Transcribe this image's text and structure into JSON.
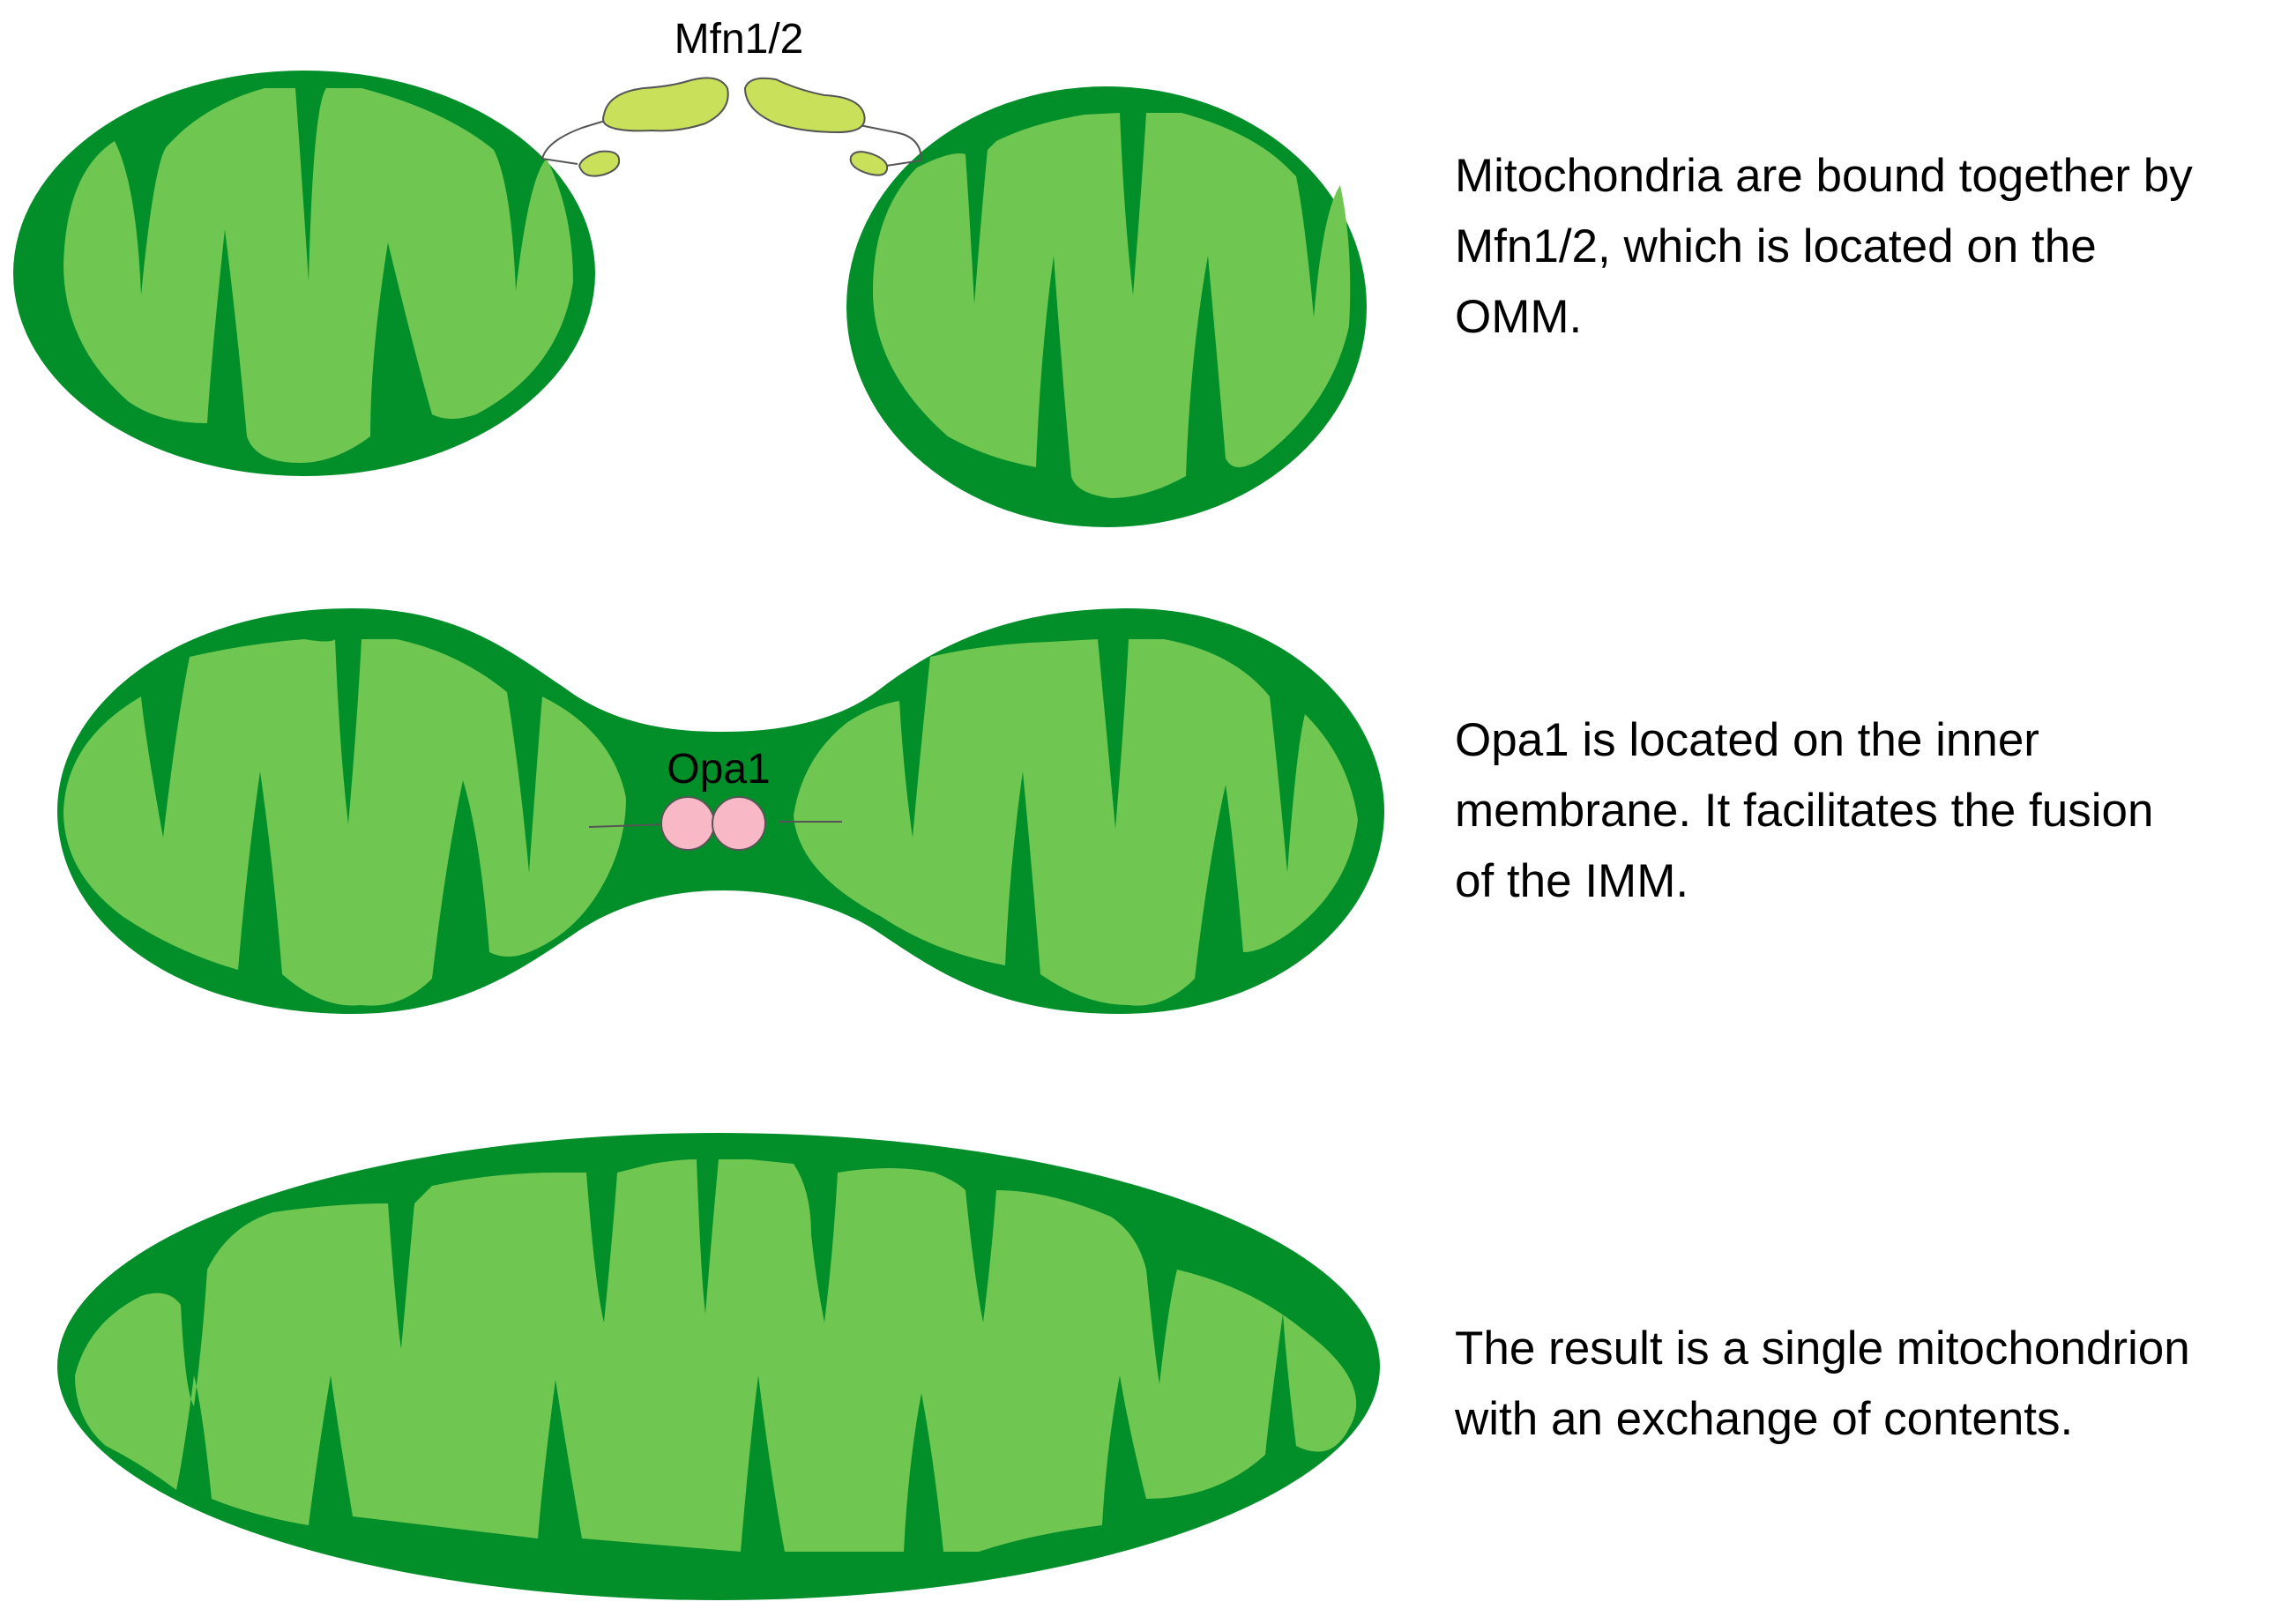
{
  "colors": {
    "outer_membrane": "#028F2A",
    "matrix": "#6FC752",
    "mfn_protein": "#C9E05B",
    "opa_protein": "#F9B8C5",
    "tether_line": "#555555"
  },
  "labels": {
    "mfn": "Mfn1/2",
    "opa": "Opa1"
  },
  "captions": [
    {
      "lines": [
        "Mitochondria are bound together by",
        "Mfn1/2, which is located on the",
        "OMM."
      ]
    },
    {
      "lines": [
        "Opa1 is located on the inner",
        "membrane. It facilitates the fusion",
        "of the IMM."
      ]
    },
    {
      "lines": [
        "The result is a single mitochondrion",
        "with an exchange of contents."
      ]
    }
  ]
}
